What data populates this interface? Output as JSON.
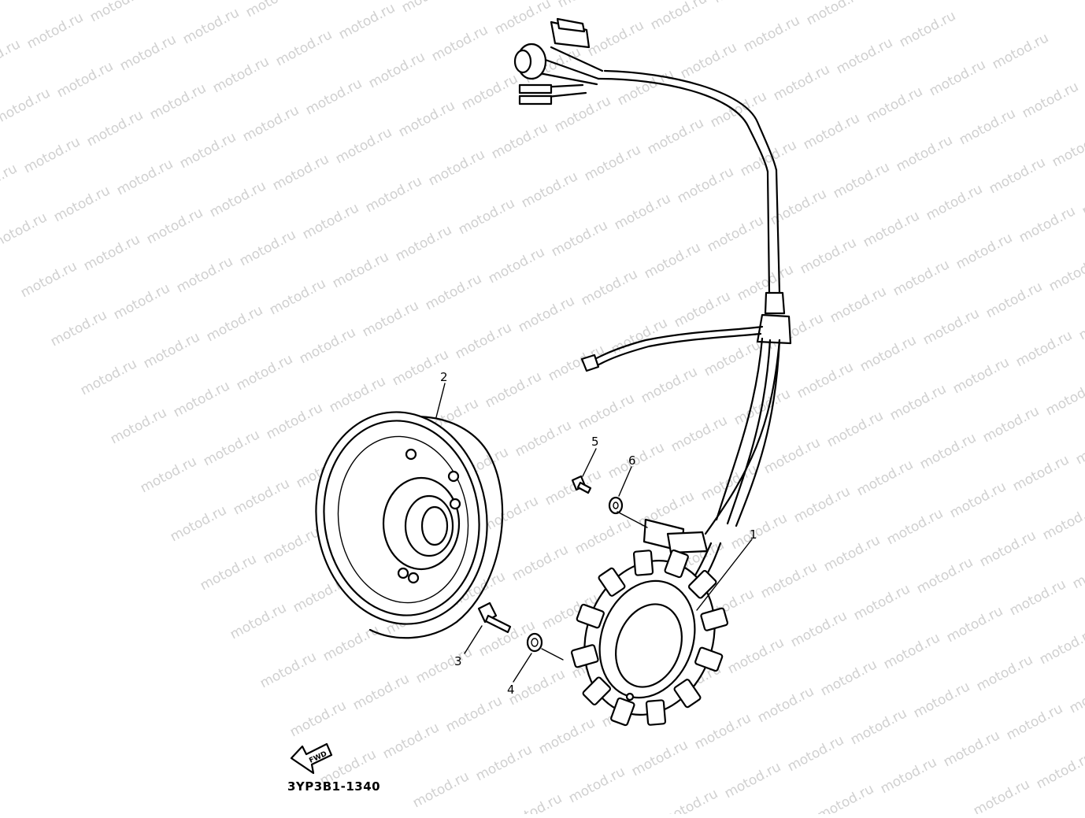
{
  "diagram": {
    "watermark": "motod.ru",
    "part_code": "3YP3B1-1340",
    "fwd_label": "FWD",
    "callouts": [
      {
        "id": "1",
        "label": "1"
      },
      {
        "id": "2",
        "label": "2"
      },
      {
        "id": "3",
        "label": "3"
      },
      {
        "id": "4",
        "label": "4"
      },
      {
        "id": "5",
        "label": "5"
      },
      {
        "id": "6",
        "label": "6"
      }
    ]
  }
}
